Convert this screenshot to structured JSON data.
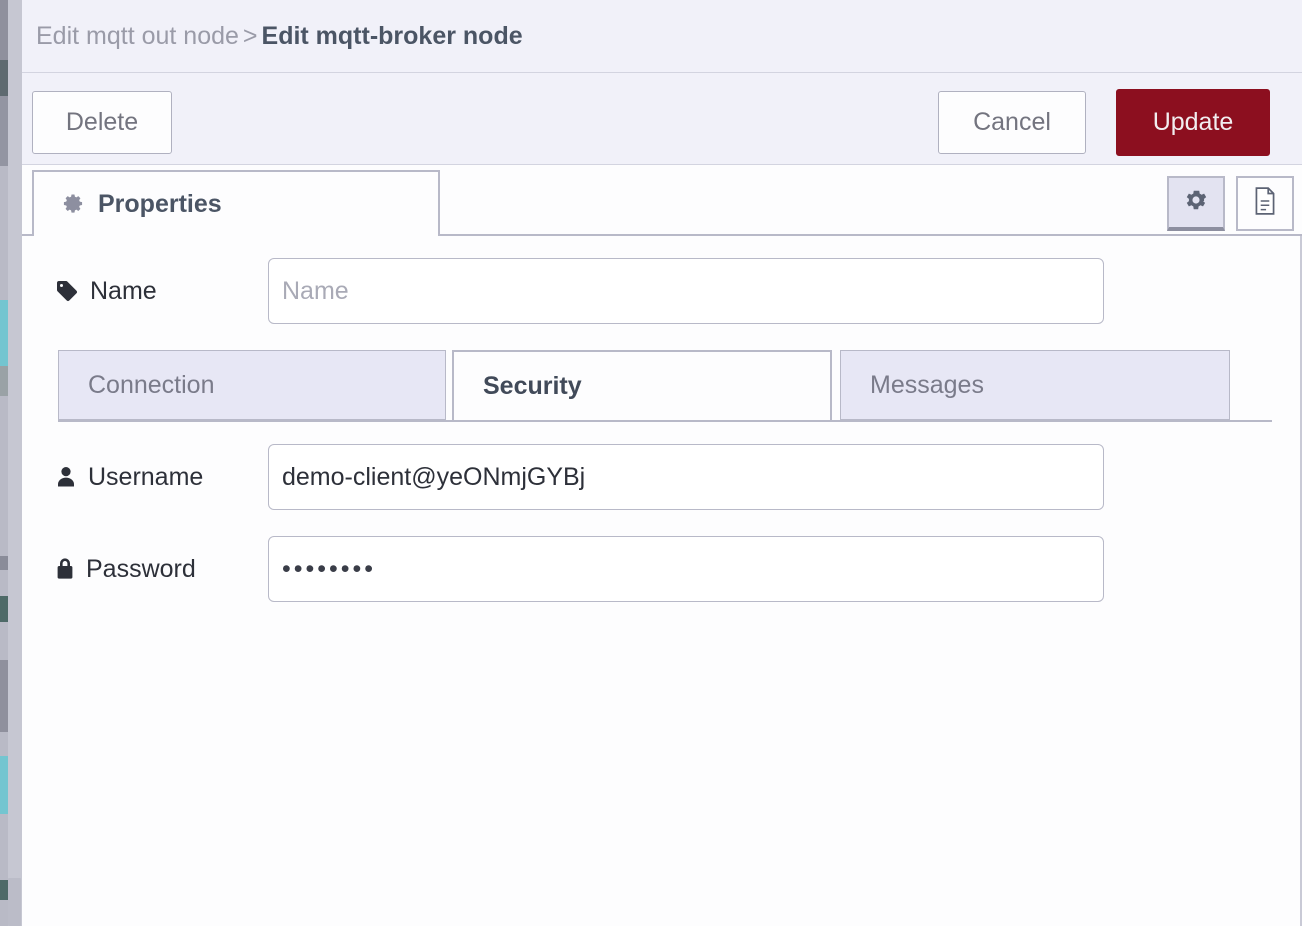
{
  "breadcrumb": {
    "parent": "Edit mqtt out node",
    "separator": ">",
    "current": "Edit mqtt-broker node"
  },
  "toolbar": {
    "delete_label": "Delete",
    "cancel_label": "Cancel",
    "update_label": "Update"
  },
  "tabs": {
    "properties_label": "Properties",
    "properties_icon": "gear-icon",
    "icon_buttons": [
      {
        "name": "gear-icon",
        "active": true
      },
      {
        "name": "document-icon",
        "active": false
      }
    ]
  },
  "form": {
    "name": {
      "label": "Name",
      "icon": "tag-icon",
      "value": "",
      "placeholder": "Name"
    },
    "username": {
      "label": "Username",
      "icon": "user-icon",
      "value": "demo-client@yeONmjGYBj",
      "placeholder": ""
    },
    "password": {
      "label": "Password",
      "icon": "lock-icon",
      "masked_value": "••••••••",
      "placeholder": ""
    }
  },
  "subtabs": [
    {
      "label": "Connection",
      "active": false
    },
    {
      "label": "Security",
      "active": true
    },
    {
      "label": "Messages",
      "active": false
    }
  ],
  "colors": {
    "accent_red": "#8c0f1f",
    "header_bg": "#f1f1f9",
    "tab_inactive_bg": "#e7e7f5",
    "border": "#b8b9c8",
    "text_dark": "#2d3039",
    "text_muted": "#9a9ba8"
  }
}
